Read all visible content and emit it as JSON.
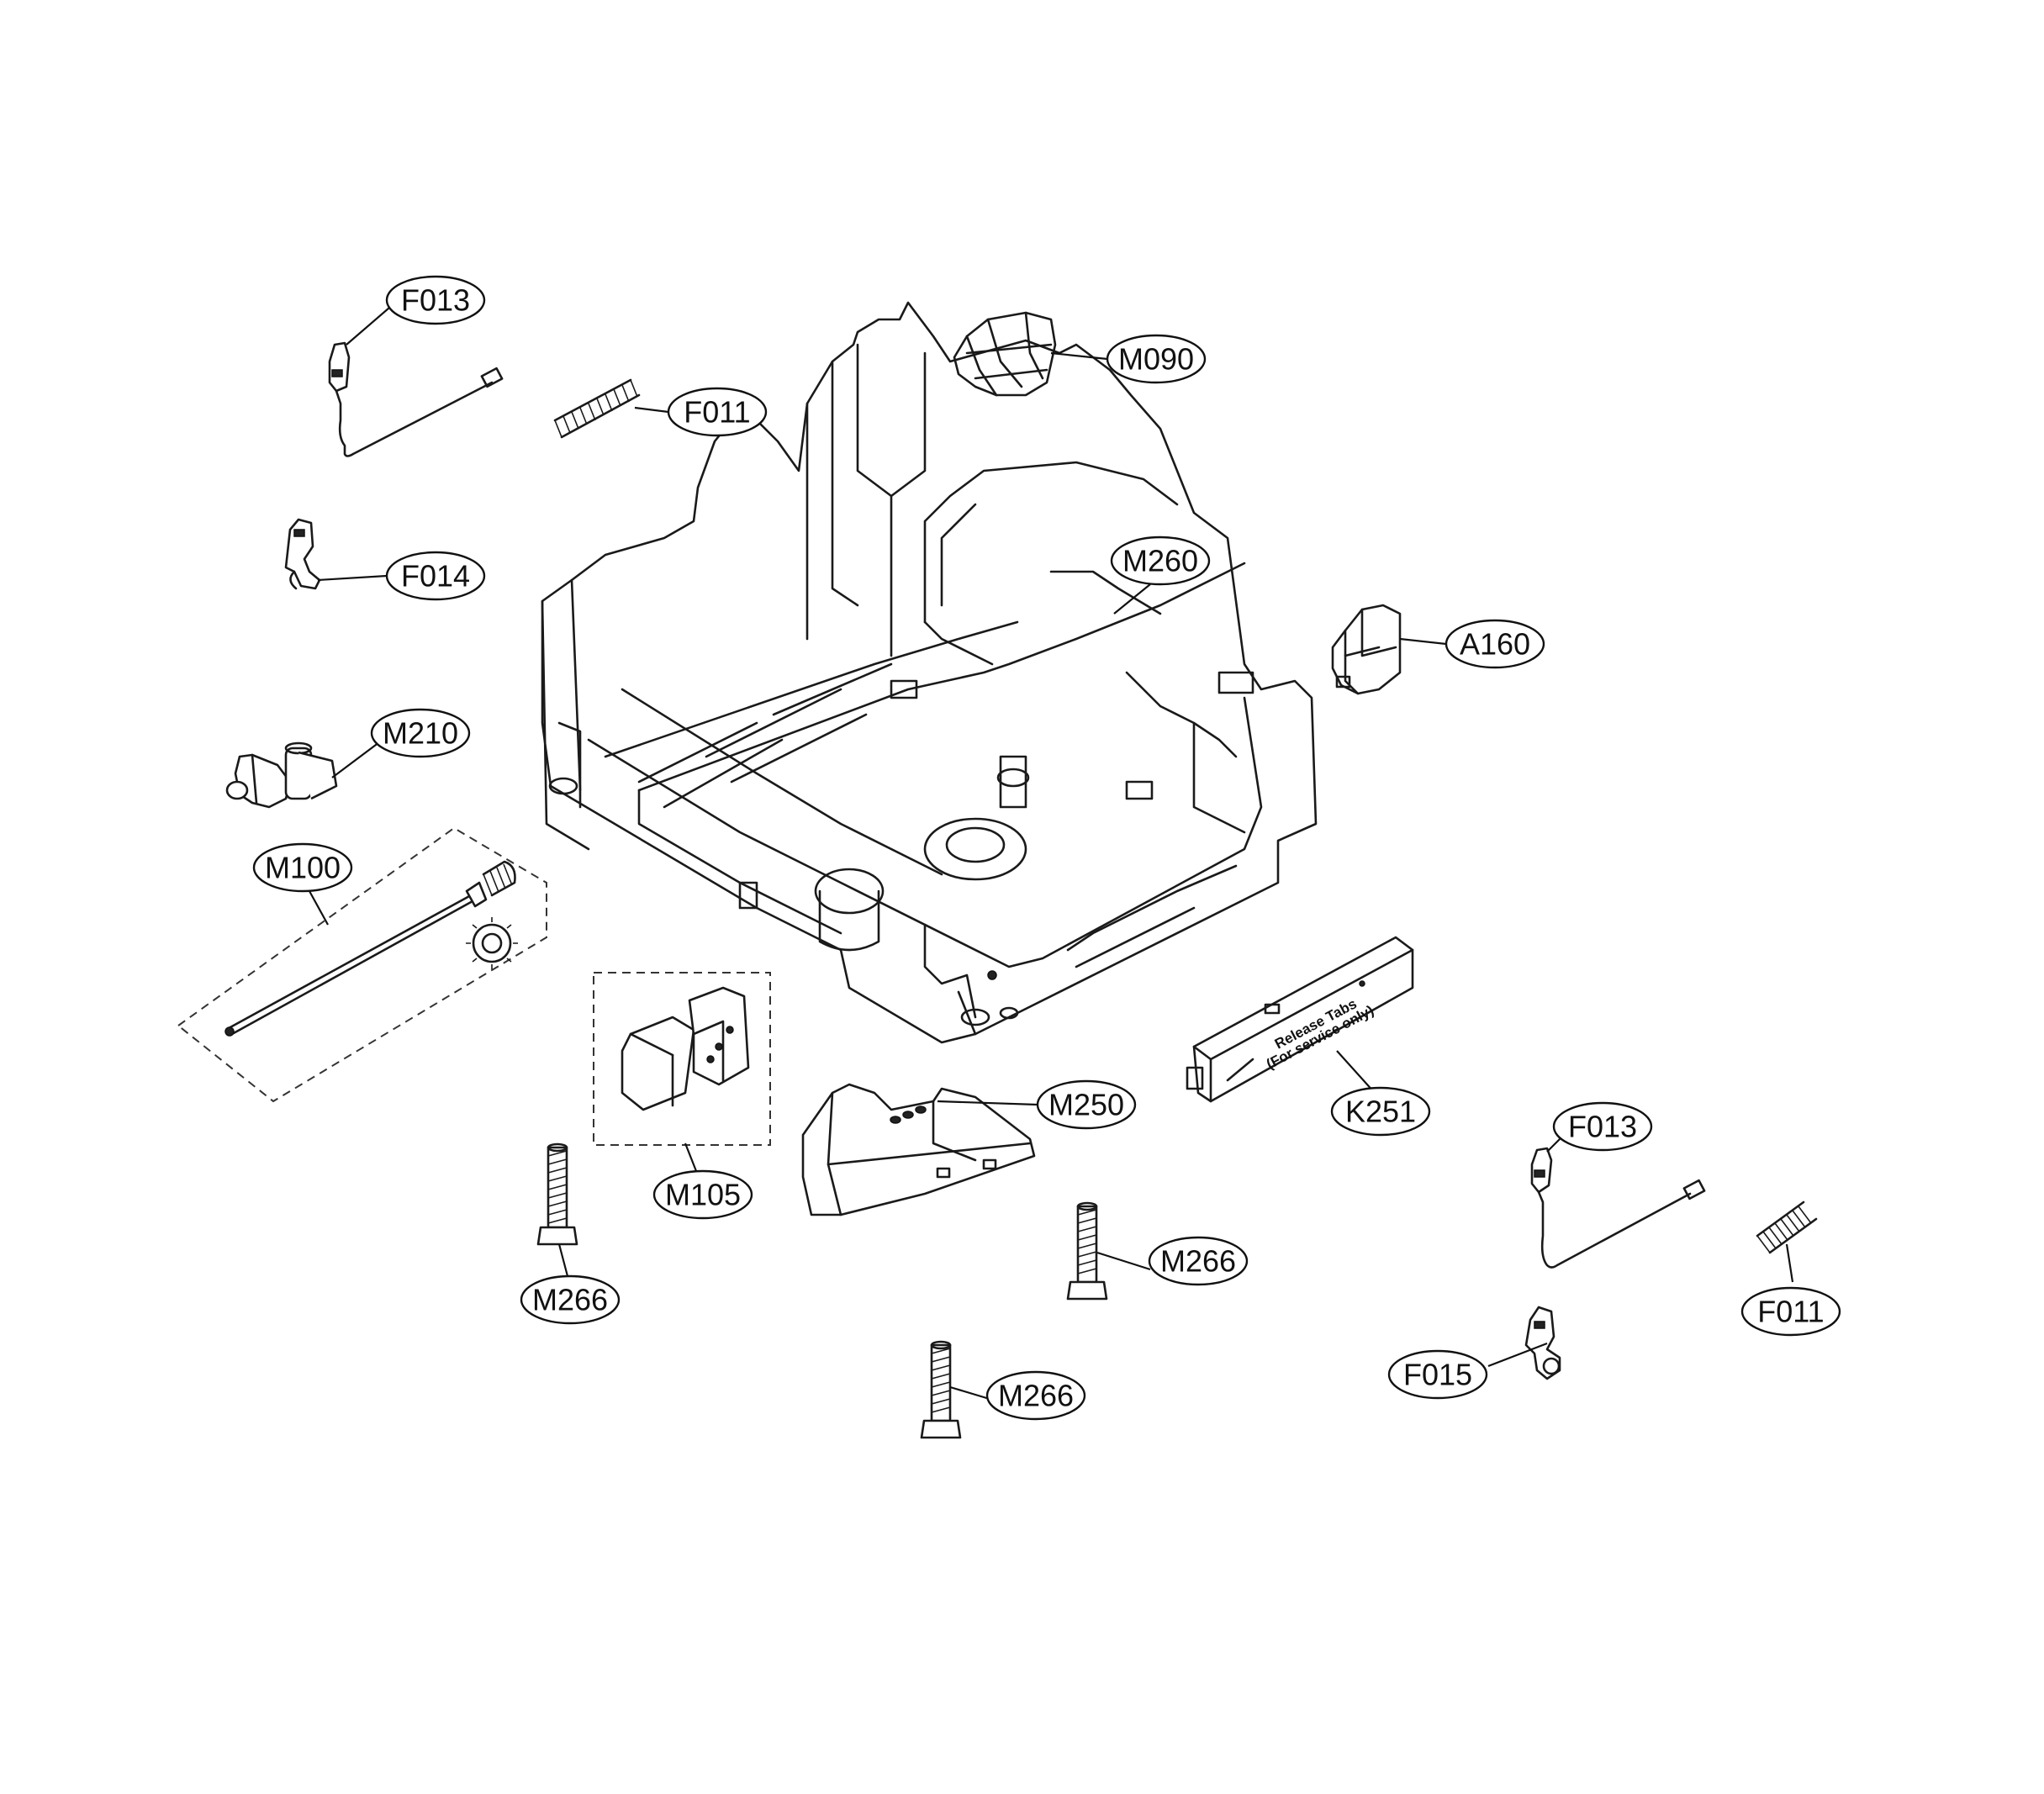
{
  "callouts": {
    "f013_top": "F013",
    "m090": "M090",
    "f011_top": "F011",
    "f014": "F014",
    "m260": "M260",
    "a160": "A160",
    "m210": "M210",
    "m100": "M100",
    "m250": "M250",
    "k251": "K251",
    "f013_right": "F013",
    "m105": "M105",
    "m266_right": "M266",
    "m266_left": "M266",
    "f011_right": "F011",
    "f015": "F015",
    "m266_bottom": "M266"
  },
  "k251_label": {
    "line1": "Release Tabs",
    "line2": "(For service only)"
  }
}
